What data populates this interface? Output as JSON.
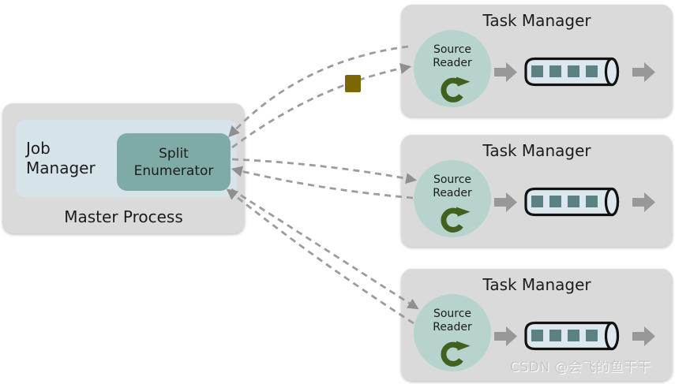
{
  "master_process": {
    "label": "Master Process",
    "job_manager_label": "Job\nManager",
    "split_enumerator_label": "Split\nEnumerator"
  },
  "task_managers": [
    {
      "title": "Task Manager",
      "reader_label": "Source\nReader",
      "queue_segments": 4
    },
    {
      "title": "Task Manager",
      "reader_label": "Source\nReader",
      "queue_segments": 4
    },
    {
      "title": "Task Manager",
      "reader_label": "Source\nReader",
      "queue_segments": 4
    }
  ],
  "connections": [
    {
      "from": "split-enumerator",
      "to": "source-reader-1",
      "style": "dashed-arrow",
      "payload": "split-square"
    },
    {
      "from": "source-reader-1",
      "to": "split-enumerator",
      "style": "dashed-arrow"
    },
    {
      "from": "split-enumerator",
      "to": "source-reader-2",
      "style": "dashed-arrow"
    },
    {
      "from": "source-reader-2",
      "to": "split-enumerator",
      "style": "dashed-arrow"
    },
    {
      "from": "split-enumerator",
      "to": "source-reader-3",
      "style": "dashed-arrow"
    },
    {
      "from": "source-reader-3",
      "to": "split-enumerator",
      "style": "dashed-arrow"
    }
  ],
  "watermark": "CSDN @会飞的鱼干干",
  "icons": {
    "reader_icon": "refresh-circular-arrow",
    "flow_icon": "block-arrow-right",
    "queue_icon": "cylinder-pipe"
  },
  "colors": {
    "process_box": "#dadada",
    "job_manager_panel": "#d6e4ea",
    "split_enumerator": "#7fABA7",
    "source_reader_circle": "#b6d4cd",
    "refresh_icon_green": "#41611e",
    "cylinder_fill": "#dce8ee",
    "cylinder_outline": "#121212",
    "record_square": "#5c8181",
    "flow_arrow_gray": "#989898",
    "dashed_line_gray": "#9c9c9c",
    "split_payload_olive": "#7d6604",
    "text": "#1c1c1c",
    "watermark_gray": "#c6c6c6"
  }
}
